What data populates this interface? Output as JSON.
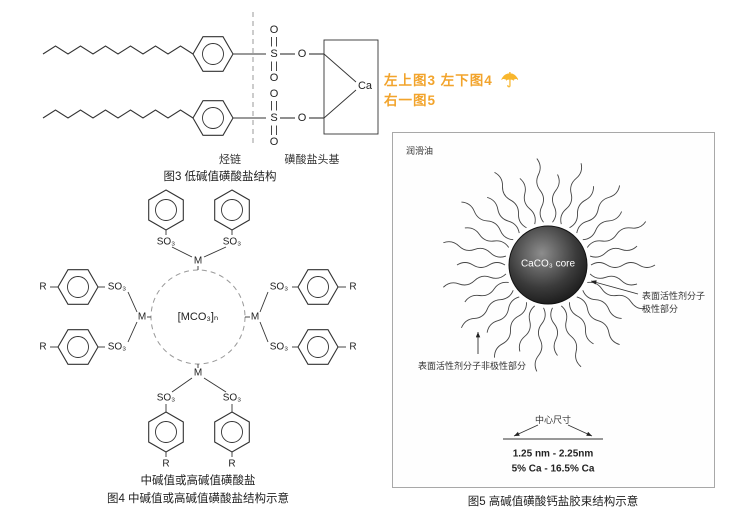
{
  "annotation": {
    "line1": "左上图3 左下图4",
    "line2": "右一图5",
    "umbrella": "☂",
    "color": "#f2a42c"
  },
  "figure3": {
    "caption": "图3 低碱值磺酸盐结构",
    "label_chain": "烃链",
    "label_head": "磺酸盐头基",
    "atom_s": "S",
    "atom_o": "O",
    "atom_ca": "Ca"
  },
  "figure4": {
    "center_label": "[MCO₃]ₙ",
    "m_label": "M",
    "r_label": "R",
    "so3_label": "SO₃",
    "caption_line1": "中碱值或高碱值磺酸盐",
    "caption_line2": "图4 中碱值或高碱值磺酸盐结构示意"
  },
  "figure5": {
    "oil_label": "润滑油",
    "core_label": "CaCO₃ core",
    "polar_label_line1": "表面活性剂分子",
    "polar_label_line2": "极性部分",
    "nonpolar_label": "表面活性剂分子非极性部分",
    "size_title": "中心尺寸",
    "size_value": "1.25 nm - 2.25nm",
    "ca_value": "5% Ca - 16.5% Ca",
    "caption": "图5 高碱值磺酸钙盐胶束结构示意"
  }
}
